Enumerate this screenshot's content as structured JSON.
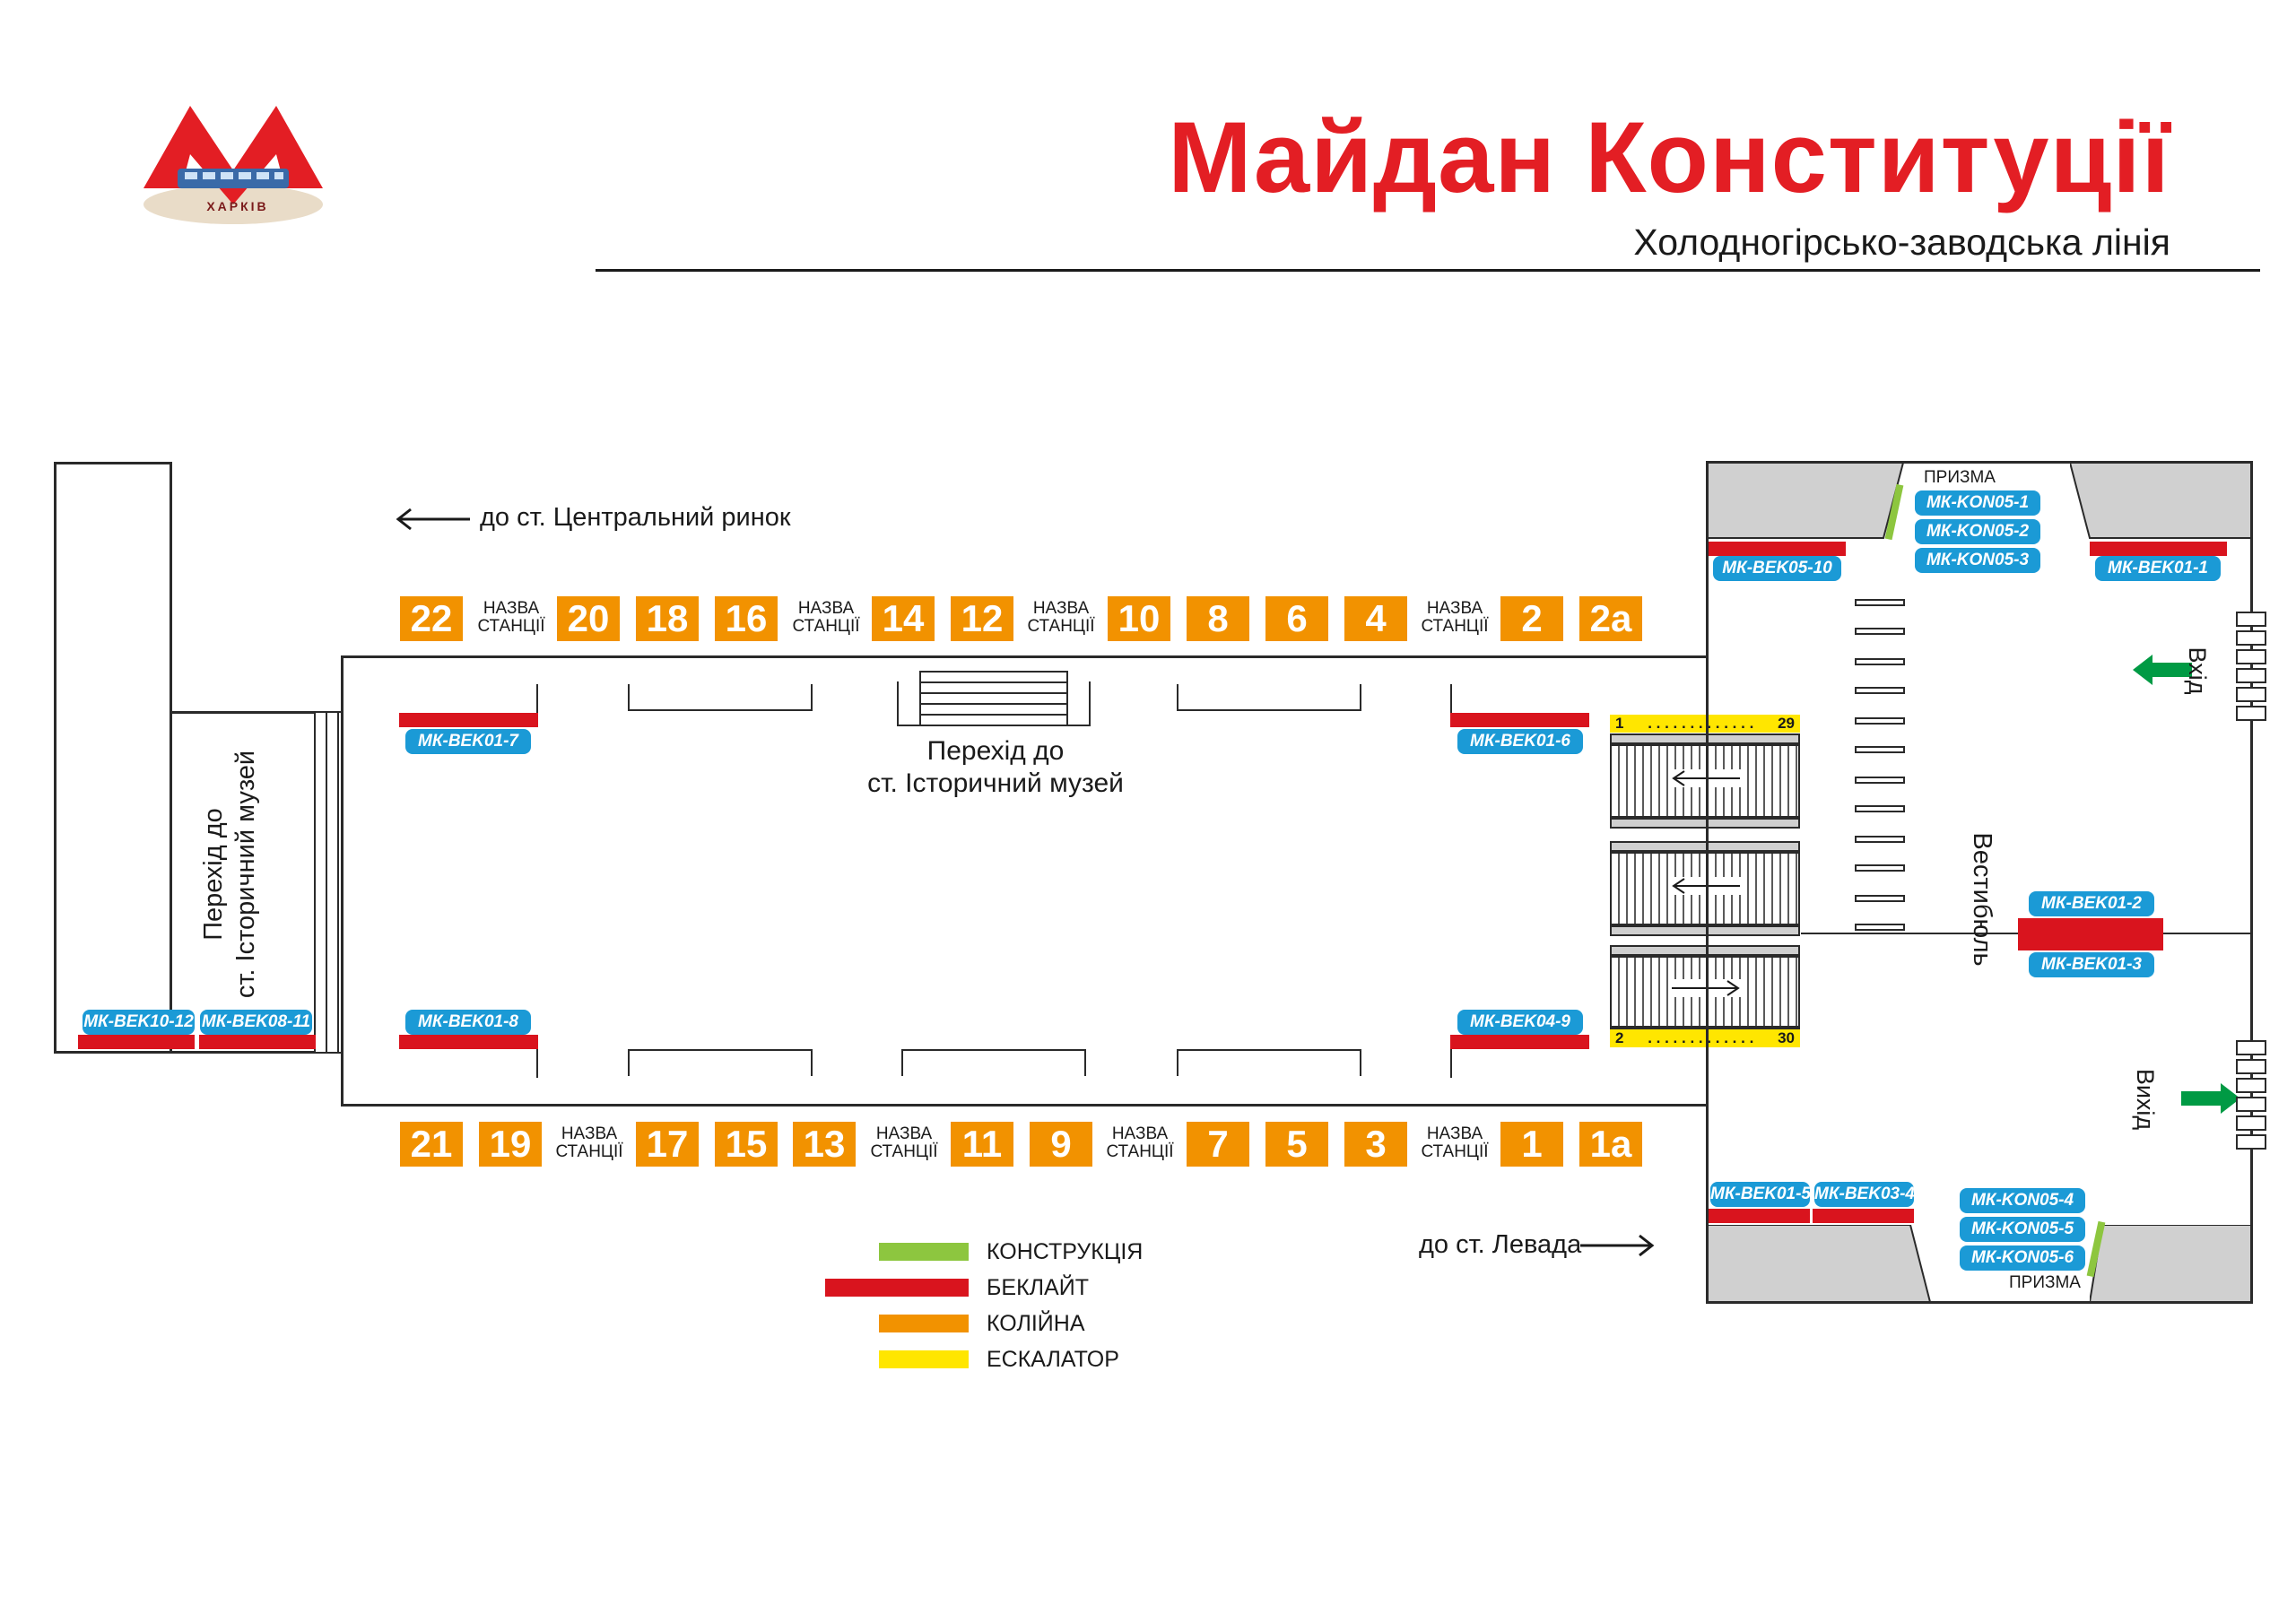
{
  "header": {
    "title": "Майдан Конституції",
    "subtitle": "Холодногірсько-заводська лінія",
    "logo_text": "ХАРКІВ"
  },
  "colors": {
    "title_red": "#e31e24",
    "backlight_red": "#d9141e",
    "track_orange": "#f29200",
    "escalator_yellow": "#ffe600",
    "construction_green": "#8dc63f",
    "label_blue": "#1b9ad6",
    "arrow_green": "#009a44"
  },
  "directions": {
    "top": "до ст. Центральний ринок",
    "bottom": "до ст. Левада"
  },
  "track_top": [
    "22",
    "НАЗВА СТАНЦІЇ",
    "20",
    "18",
    "16",
    "НАЗВА СТАНЦІЇ",
    "14",
    "12",
    "НАЗВА СТАНЦІЇ",
    "10",
    "8",
    "6",
    "4",
    "НАЗВА СТАНЦІЇ",
    "2",
    "2а"
  ],
  "track_bottom": [
    "21",
    "19",
    "НАЗВА СТАНЦІЇ",
    "17",
    "15",
    "13",
    "НАЗВА СТАНЦІЇ",
    "11",
    "9",
    "НАЗВА СТАНЦІЇ",
    "7",
    "5",
    "3",
    "НАЗВА СТАНЦІЇ",
    "1",
    "1а"
  ],
  "labels": {
    "bek01_7": "МК-BEK01-7",
    "bek01_6": "МК-BEK01-6",
    "bek01_8": "МК-BEK01-8",
    "bek04_9": "МК-BEK04-9",
    "bek10_12": "МК-BEK10-12",
    "bek08_11": "МК-BEK08-11",
    "bek05_10": "МК-BEK05-10",
    "bek01_1": "МК-BEK01-1",
    "bek01_2": "МК-BEK01-2",
    "bek01_3": "МК-BEK01-3",
    "bek01_5": "МК-BEK01-5",
    "bek03_4": "МК-BEK03-4",
    "kon05_1": "МК-KON05-1",
    "kon05_2": "МК-KON05-2",
    "kon05_3": "МК-KON05-3",
    "kon05_4": "МК-KON05-4",
    "kon05_5": "МК-KON05-5",
    "kon05_6": "МК-KON05-6"
  },
  "texts": {
    "prism_top": "ПРИЗМА",
    "prism_bottom": "ПРИЗМА",
    "transfer_center_1": "Перехід до",
    "transfer_center_2": "ст. Історичний музей",
    "transfer_left_1": "Перехід до",
    "transfer_left_2": "ст. Історичний музей",
    "vestibule": "Вестибюль",
    "entry": "Вхід",
    "exit": "Вихід",
    "esc_top_start": "1",
    "esc_top_dots": ". . . . . . . . . . . . .",
    "esc_top_end": "29",
    "esc_bottom_start": "2",
    "esc_bottom_dots": ". . . . . . . . . . . . .",
    "esc_bottom_end": "30"
  },
  "legend": [
    {
      "label": "КОНСТРУКЦІЯ",
      "color": "#8dc63f"
    },
    {
      "label": "БЕКЛАЙТ",
      "color": "#d9141e"
    },
    {
      "label": "КОЛІЙНА",
      "color": "#f29200"
    },
    {
      "label": "ЕСКАЛАТОР",
      "color": "#ffe600"
    }
  ]
}
